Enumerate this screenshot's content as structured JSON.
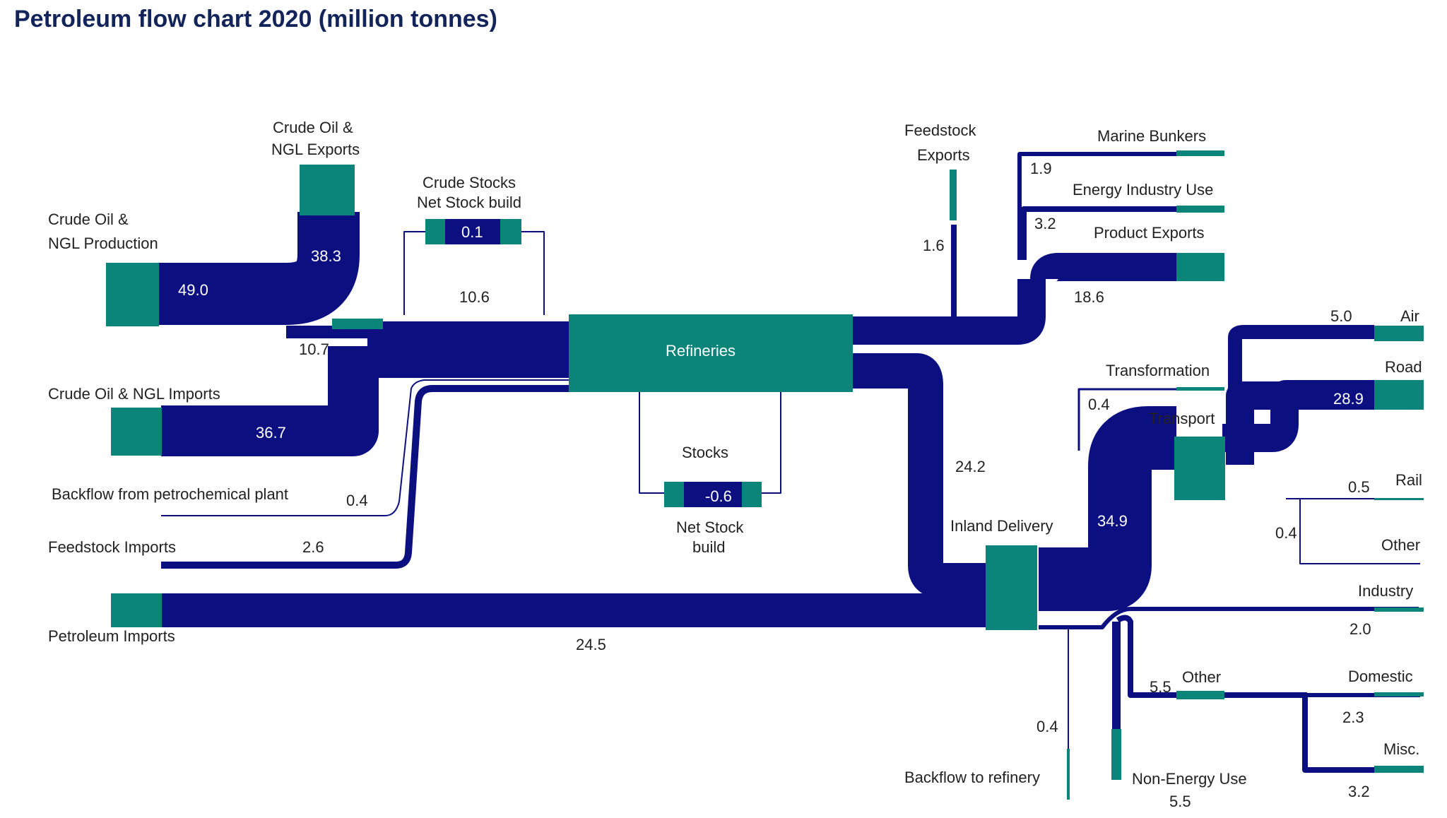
{
  "title": "Petroleum flow chart 2020 (million tonnes)",
  "colors": {
    "flow": "#0b0f80",
    "node": "#0b857a",
    "text": "#222222",
    "title": "#13245a"
  },
  "labels": {
    "crude_production_1": "Crude Oil &",
    "crude_production_2": "NGL Production",
    "crude_exports_1": "Crude Oil &",
    "crude_exports_2": "NGL Exports",
    "crude_stocks_1": "Crude Stocks",
    "crude_stocks_2": "Net Stock build",
    "crude_imports": "Crude Oil & NGL Imports",
    "backflow_petrochem": "Backflow from petrochemical plant",
    "feedstock_imports": "Feedstock Imports",
    "petroleum_imports": "Petroleum Imports",
    "refineries": "Refineries",
    "stocks": "Stocks",
    "net_stock_1": "Net Stock",
    "net_stock_2": "build",
    "feedstock_exports_1": "Feedstock",
    "feedstock_exports_2": "Exports",
    "marine_bunkers": "Marine Bunkers",
    "energy_industry_use": "Energy Industry Use",
    "product_exports": "Product Exports",
    "transformation": "Transformation",
    "transport": "Transport",
    "inland_delivery": "Inland Delivery",
    "air": "Air",
    "road": "Road",
    "rail": "Rail",
    "other_transport": "Other",
    "industry": "Industry",
    "other": "Other",
    "domestic": "Domestic",
    "misc": "Misc.",
    "non_energy_use": "Non-Energy Use",
    "backflow_refinery": "Backflow to refinery"
  },
  "values": {
    "crude_production": "49.0",
    "crude_exports": "38.3",
    "crude_to_refinery": "10.7",
    "crude_stocks": "0.1",
    "crude_stocks_loop": "10.6",
    "crude_imports": "36.7",
    "backflow_petrochem": "0.4",
    "feedstock_imports": "2.6",
    "petroleum_imports": "24.5",
    "product_stocks": "-0.6",
    "feedstock_exports": "1.6",
    "marine_bunkers": "1.9",
    "energy_industry_use": "3.2",
    "product_exports": "18.6",
    "refinery_to_inland": "24.2",
    "transformation": "0.4",
    "transport": "34.9",
    "air": "5.0",
    "road": "28.9",
    "rail": "0.5",
    "other_transport": "0.4",
    "industry": "2.0",
    "other": "5.5",
    "domestic": "2.3",
    "misc": "3.2",
    "non_energy_use": "5.5",
    "backflow_refinery": "0.4"
  }
}
